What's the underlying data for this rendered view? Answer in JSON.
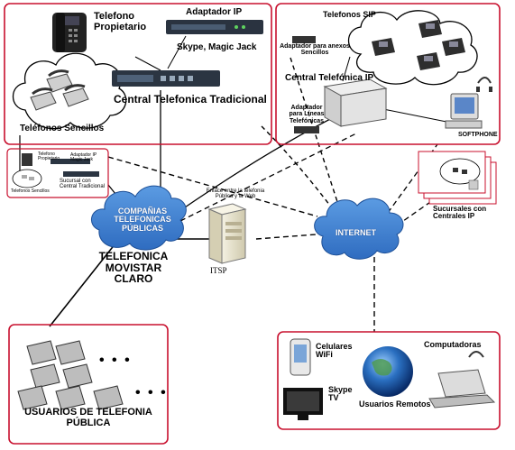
{
  "colors": {
    "box_border": "#c8102e",
    "cloud_fill": "#3f7fd0",
    "line": "#000000"
  },
  "nodes": {
    "telefono_propietario": "Telefono\nPropietario",
    "adaptador_ip": "Adaptador IP",
    "skype_magic_jack": "Skype, Magic Jack",
    "central_tradicional": "Central Telefonica Tradicional",
    "telefonos_sencillos": "Teléfonos Sencillos",
    "telefonos_sip": "Telefonos SIP",
    "adaptador_anexos": "Adaptador para anexos\nSencillos",
    "central_ip": "Central Telefónica IP",
    "adaptador_lineas": "Adaptador\npara Líneas\nTelefónicas",
    "softphone": "SOFTPHONE",
    "mini_telefono_propietario": "Telefono\nPropietario",
    "mini_adaptador_ip": "Adaptador IP\nMagic Jack",
    "mini_telefonos_sencillos": "Telefonos Sencillos",
    "mini_sucursal": "Sucursal con\nCentral Tradicional",
    "companias": "COMPAÑIAS\nTELEFONICAS\nPÚBLICAS",
    "operadores": "TELEFONICA\nMOVISTAR\nCLARO",
    "enlace": "Enlace entre la telefonia\nPública y la Web",
    "itsp": "ITSP",
    "internet": "INTERNET",
    "sucursales_ip": "Sucursales con\nCentrales IP",
    "usuarios_publica": "USUARIOS DE TELEFONIA\nPÚBLICA",
    "dots": "• • •",
    "celulares": "Celulares\nWiFi",
    "skype_tv": "Skype\nTV",
    "usuarios_remotos": "Usuarios Remotos",
    "computadoras": "Computadoras"
  }
}
